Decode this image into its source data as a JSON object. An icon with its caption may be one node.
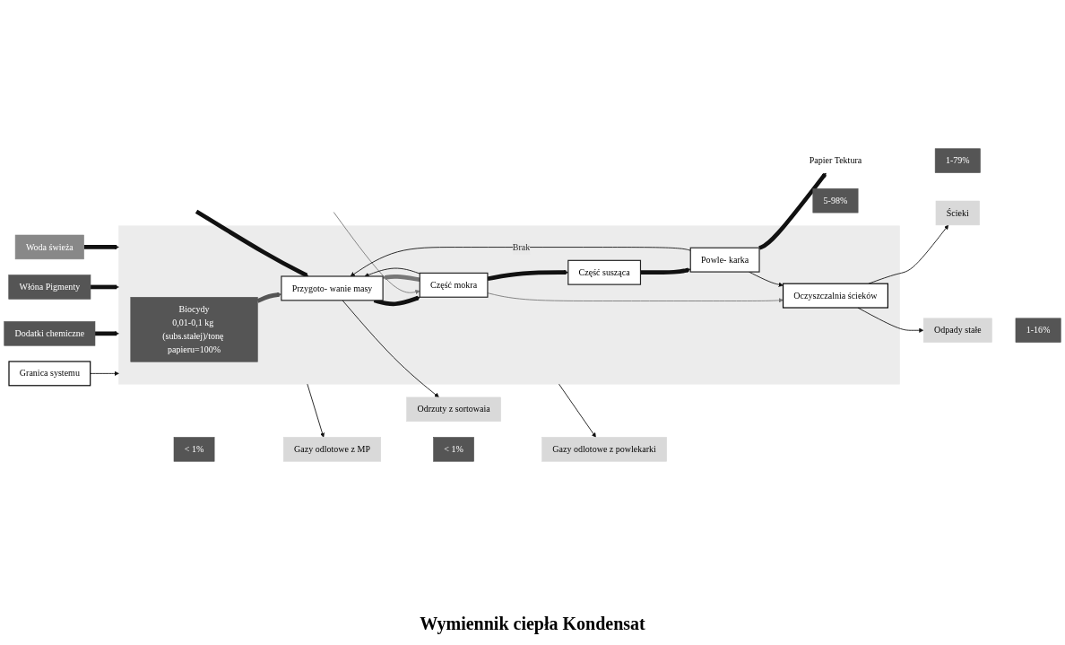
{
  "diagram": {
    "nodes": [
      {
        "text": [],
        "shape": "box"
      },
      {
        "text": [
          "< 1%"
        ]
      },
      {
        "text": [
          "Gazy odlotowe z MP"
        ]
      },
      {
        "text": [
          "< 1%"
        ]
      },
      {
        "text": [
          "Gazy odlotowe z powlekarki"
        ]
      },
      {
        "text": [
          "Biocydy",
          "0,01-0,1 kg (subs.stałej)/tonę papieru=100%"
        ],
        "in": 0
      },
      {
        "text": [
          "Granica systemu"
        ]
      },
      {
        "text": [
          "Dodatki chemiczne"
        ]
      },
      {
        "text": [
          "Przygoto- wanie masy"
        ],
        "in": 0
      },
      {
        "text": [
          "Część mokra"
        ],
        "in": 0
      },
      {
        "text": [
          "Część susząca"
        ],
        "in": 0
      },
      {
        "text": [
          "Powle- karka"
        ],
        "in": 0
      },
      {
        "text": [
          "Włóna Pigmenty"
        ]
      },
      {
        "text": [
          "Papier Tektura"
        ]
      },
      {
        "text": [
          "Woda świeża"
        ]
      },
      {
        "text": [
          "1-79%"
        ]
      },
      {
        "text": [
          "Oczyszczalnia ścieków"
        ],
        "in": 0
      },
      {
        "text": [
          "Odrzuty z sortowaia"
        ]
      },
      {
        "text": [
          "5-98%"
        ]
      },
      {
        "text": [
          "Ścieki"
        ]
      },
      {
        "text": [
          "Odpady stałe"
        ]
      },
      {
        "text": [
          "1-16%"
        ]
      }
    ],
    "edges": [
      {
        "from": 0,
        "to": 2,
        "arrow": "to"
      },
      {
        "from": 0,
        "to": 4,
        "arrow": "to"
      },
      {
        "from": 6,
        "to": 0,
        "arrow": "to"
      },
      {
        "from": 7,
        "to": 0,
        "arrow": "to",
        "style": "thick"
      },
      {
        "from": 12,
        "to": 0,
        "arrow": "to",
        "style": "thick"
      },
      {
        "from": 14,
        "to": 0,
        "arrow": "to",
        "style": "thick"
      },
      {
        "from": 5,
        "to": 8,
        "arrow": "to",
        "style": "thick",
        "color": "#555555"
      },
      {
        "from": null,
        "to": 8,
        "arrow": "to",
        "style": "thick"
      },
      {
        "from": 8,
        "to": 9,
        "arrow": "to",
        "style": "thick"
      },
      {
        "from": 9,
        "to": 10,
        "arrow": "to",
        "style": "thick"
      },
      {
        "from": 10,
        "to": 11,
        "arrow": "to",
        "style": "thick"
      },
      {
        "from": 11,
        "to": 13,
        "arrow": "to",
        "style": "thick"
      },
      {
        "from": null,
        "to": 9,
        "arrow": "to",
        "color": "#777777"
      },
      {
        "from": 9,
        "to": 8,
        "arrow": "to",
        "style": "thick",
        "color": "#777777"
      },
      {
        "from": 9,
        "to": 16,
        "arrow": "to",
        "color": "#777777"
      },
      {
        "from": 9,
        "to": 8,
        "arrow": "to"
      },
      {
        "from": 11,
        "to": 8,
        "arrow": "to",
        "label": "Brak"
      },
      {
        "from": 11,
        "to": 16,
        "arrow": "to"
      },
      {
        "from": 8,
        "to": 17,
        "arrow": "to"
      },
      {
        "from": 16,
        "to": 19,
        "arrow": "to"
      },
      {
        "from": 16,
        "to": 20,
        "arrow": "to"
      }
    ],
    "labels": [
      "Wymiennik ciepła Kondensat"
    ]
  }
}
